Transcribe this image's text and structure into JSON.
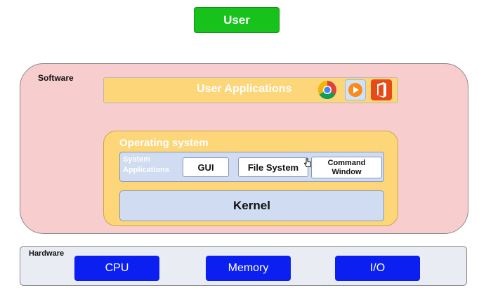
{
  "user": {
    "label": "User"
  },
  "software": {
    "label": "Software",
    "user_applications": {
      "label": "User Applications",
      "icons": [
        "chrome-icon",
        "media-player-icon",
        "office-icon"
      ]
    },
    "operating_system": {
      "label": "Operating system",
      "system_applications": {
        "label_line1": "System",
        "label_line2": "Applications",
        "items": [
          "GUI",
          "File System"
        ],
        "command": {
          "line1": "Command",
          "line2": "Window"
        }
      },
      "kernel": {
        "label": "Kernel"
      }
    }
  },
  "hardware": {
    "label": "Hardware",
    "components": [
      "CPU",
      "Memory",
      "I/O"
    ]
  },
  "colors": {
    "user": "#17c31a",
    "software_bg": "#f7cdcd",
    "os_bg": "#fdd679",
    "system_bg": "#cfdcf2",
    "hardware_bg": "#e9edf3",
    "hardware_box": "#0a1ff0"
  }
}
